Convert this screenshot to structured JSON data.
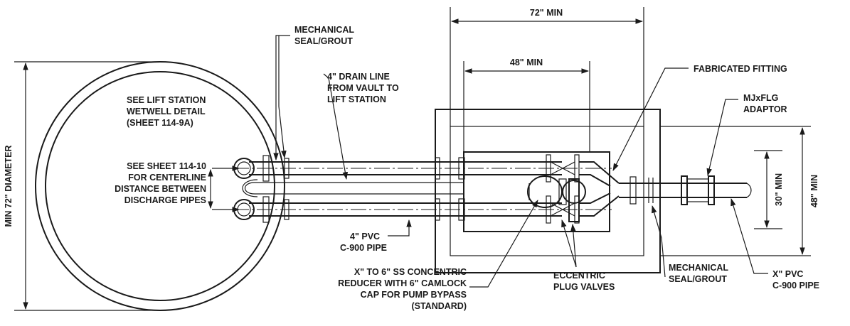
{
  "labels": {
    "mech_seal_top": [
      "MECHANICAL",
      "SEAL/GROUT"
    ],
    "dim_72_min": "72\" MIN",
    "dim_48_min": "48\" MIN",
    "fabricated_fitting": "FABRICATED FITTING",
    "drain_line": [
      "4\" DRAIN LINE",
      "FROM VAULT TO",
      "LIFT STATION"
    ],
    "lift_station": [
      "SEE LIFT STATION",
      "WETWELL DETAIL",
      "(SHEET 114-9A)"
    ],
    "adaptor": [
      "MJxFLG",
      "ADAPTOR"
    ],
    "min_diameter": "MIN 72\" DIAMETER",
    "centerline_note": [
      "SEE SHEET 114-10",
      "FOR CENTERLINE",
      "DISTANCE BETWEEN",
      "DISCHARGE PIPES"
    ],
    "dim_30_min": "30\" MIN",
    "dim_48_min_vertical": "48\" MIN",
    "pvc_4": [
      "4\" PVC",
      "C-900 PIPE"
    ],
    "reducer": [
      "X\" TO 6\" SS CONCENTRIC",
      "REDUCER WITH 6\" CAMLOCK",
      "CAP FOR PUMP BYPASS",
      "(STANDARD)"
    ],
    "plug_valves": [
      "ECCENTRIC",
      "PLUG VALVES"
    ],
    "mech_seal_bottom": [
      "MECHANICAL",
      "SEAL/GROUT"
    ],
    "pvc_x": [
      "X\" PVC",
      "C-900 PIPE"
    ]
  }
}
